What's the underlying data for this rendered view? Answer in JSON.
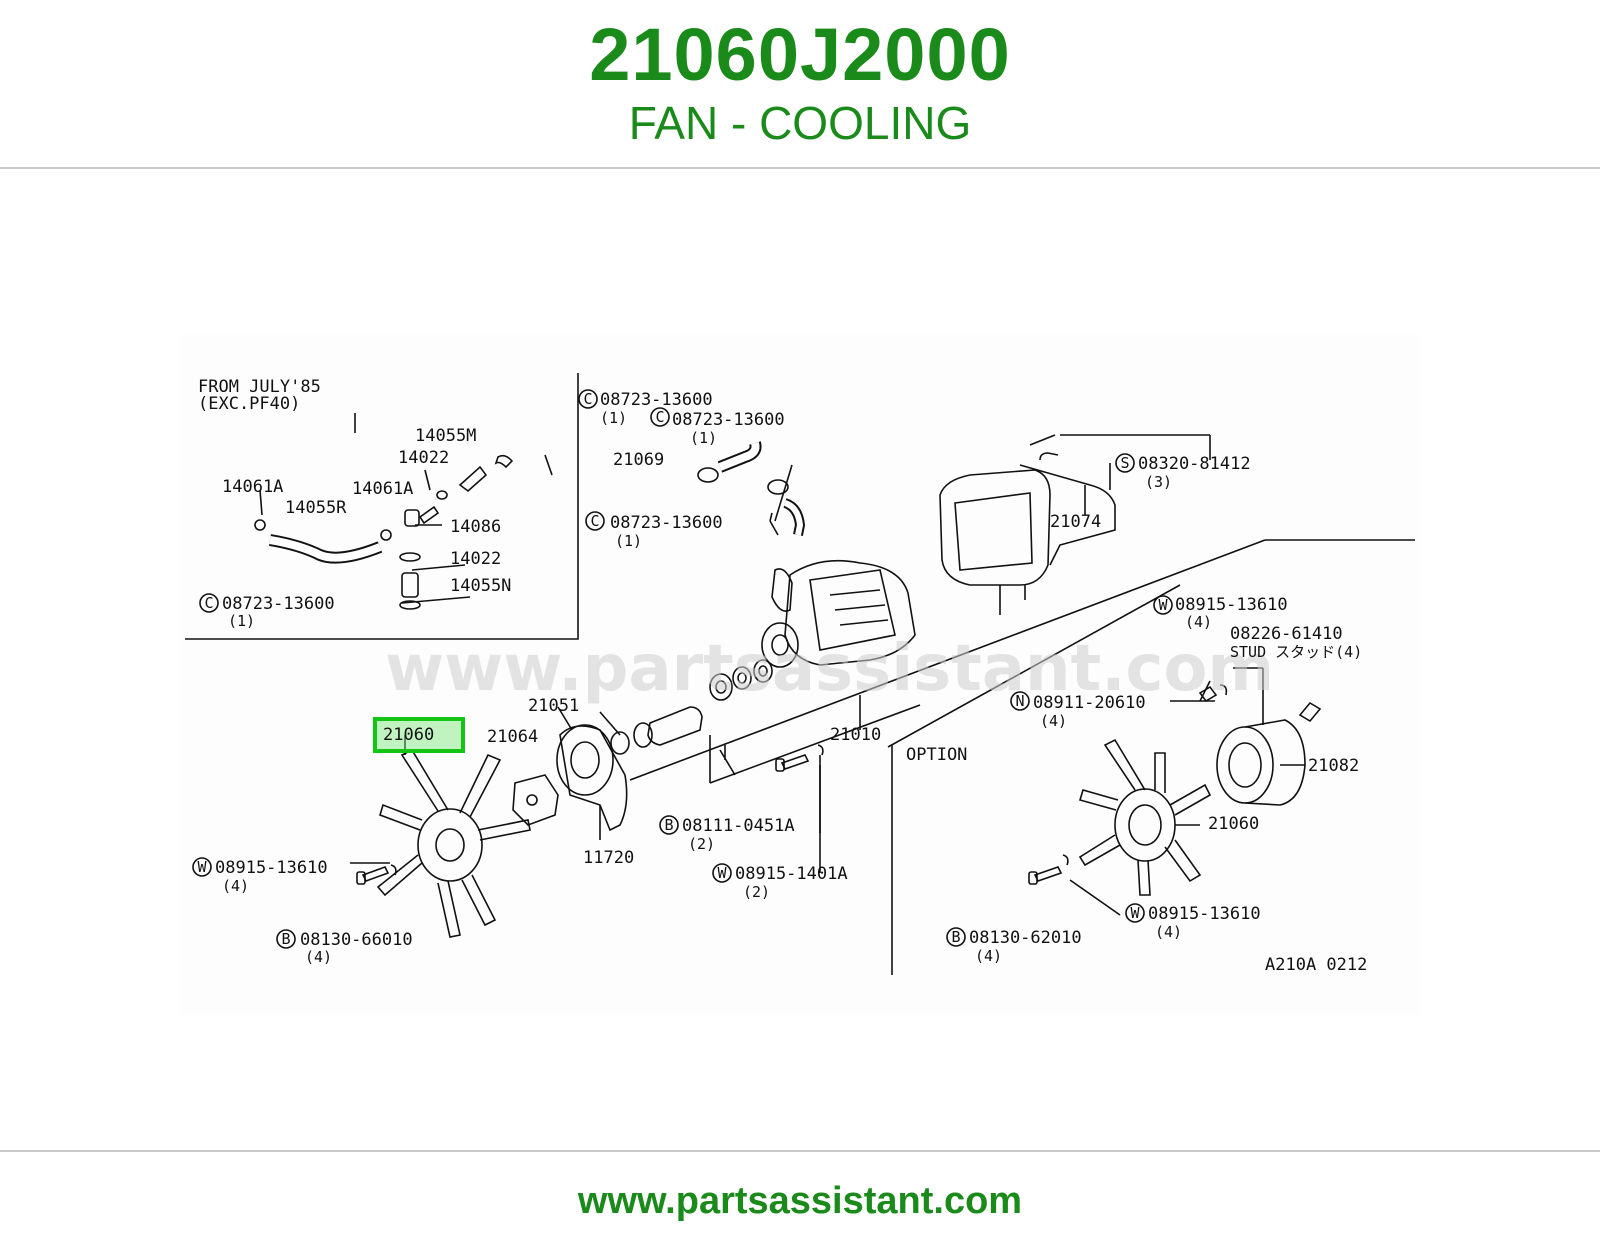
{
  "header": {
    "part_number": "21060J2000",
    "part_name": "FAN - COOLING"
  },
  "footer": {
    "url": "www.partsassistant.com"
  },
  "diagram": {
    "watermark": "www.partsassistant.com",
    "drawing_code": "A210A 0212",
    "highlighted_part": "21060",
    "inset_title_line1": "FROM JULY'85",
    "inset_title_line2": "(EXC.PF40)",
    "option_label": "OPTION",
    "labels": {
      "c_08723_13600_a": "08723-13600",
      "c_08723_13600_a_qty": "(1)",
      "p_14055M": "14055M",
      "p_14022_a": "14022",
      "p_14061A_a": "14061A",
      "p_14061A_b": "14061A",
      "p_14055R": "14055R",
      "p_14086": "14086",
      "p_14022_b": "14022",
      "p_14055N": "14055N",
      "c_08723_13600_b": "08723-13600",
      "c_08723_13600_b_qty": "(1)",
      "c_08723_13600_c": "08723-13600",
      "c_08723_13600_c_qty": "(1)",
      "p_21069": "21069",
      "c_08723_13600_d": "08723-13600",
      "c_08723_13600_d_qty": "(1)",
      "s_08320_81412": "08320-81412",
      "s_08320_81412_qty": "(3)",
      "p_21074": "21074",
      "w_08915_13610_a": "08915-13610",
      "w_08915_13610_a_qty": "(4)",
      "stud_08226_61410": "08226-61410",
      "stud_text": "STUD スタッド(4)",
      "n_08911_20610": "08911-20610",
      "n_08911_20610_qty": "(4)",
      "p_21051": "21051",
      "p_21064": "21064",
      "p_21010": "21010",
      "p_21082": "21082",
      "p_21060_b": "21060",
      "p_11720": "11720",
      "b_08111_0451A": "08111-0451A",
      "b_08111_0451A_qty": "(2)",
      "w_08915_1401A": "08915-1401A",
      "w_08915_1401A_qty": "(2)",
      "w_08915_13610_b": "08915-13610",
      "w_08915_13610_b_qty": "(4)",
      "b_08130_66010": "08130-66010",
      "b_08130_66010_qty": "(4)",
      "w_08915_13610_c": "08915-13610",
      "w_08915_13610_c_qty": "(4)",
      "b_08130_62010": "08130-62010",
      "b_08130_62010_qty": "(4)"
    },
    "symbols": {
      "clamp": "C",
      "washer": "W",
      "bolt": "B",
      "screw": "S",
      "nut": "N"
    }
  }
}
